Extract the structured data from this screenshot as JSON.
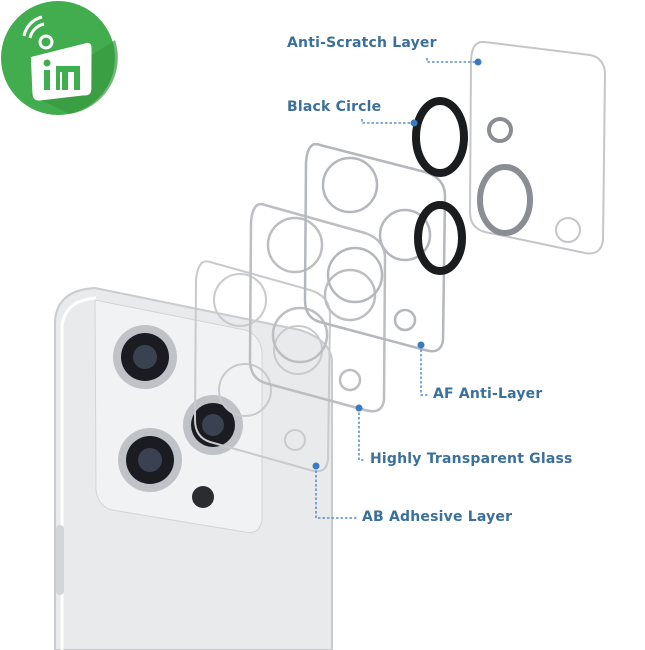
{
  "logo": {
    "icon": "iu-wifi-logo",
    "color": "#3fae4f"
  },
  "labels": {
    "anti_scratch": "Anti-Scratch Layer",
    "black_circle": "Black Circle",
    "af_anti": "AF Anti-Layer",
    "transparent_glass": "Highly Transparent Glass",
    "ab_adhesive": "AB Adhesive Layer"
  },
  "colors": {
    "label": "#3b6f9c",
    "leader_dot": "#3a7bc0"
  }
}
